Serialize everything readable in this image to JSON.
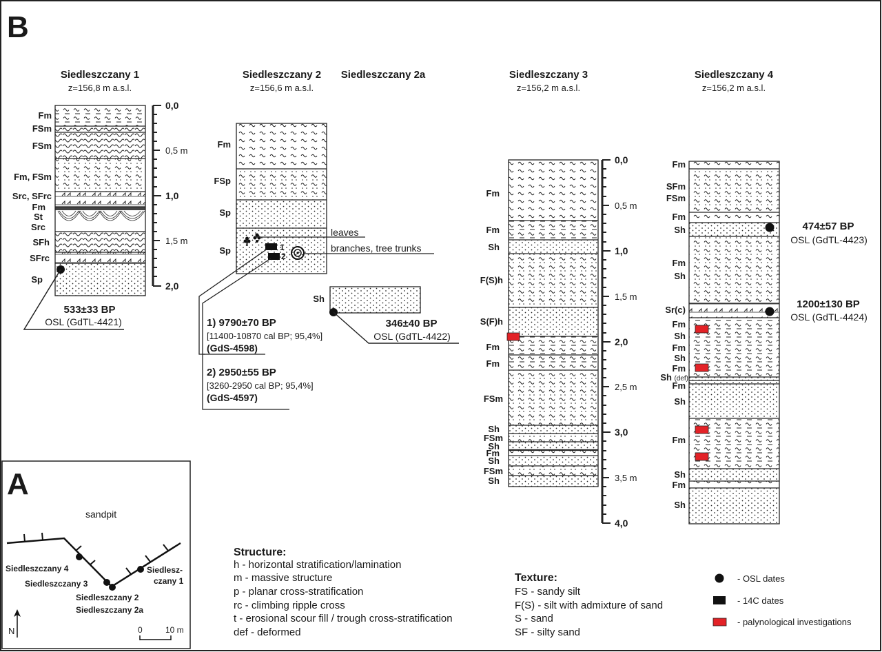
{
  "panel_b": {
    "letter": "B",
    "sections": [
      {
        "title": "Siedleszczany 1",
        "elevation": "z=156,8 m a.s.l."
      },
      {
        "title": "Siedleszczany 2",
        "title_2a": "Siedleszczany 2a",
        "elevation": "z=156,6 m a.s.l."
      },
      {
        "title": "Siedleszczany 3",
        "elevation": "z=156,2 m a.s.l."
      },
      {
        "title": "Siedleszczany 4",
        "elevation": "z=156,2 m a.s.l."
      }
    ],
    "scale1": [
      "0,0",
      "0,5 m",
      "1,0",
      "1,5 m",
      "2,0"
    ],
    "scale3": [
      "0,0",
      "0,5 m",
      "1,0",
      "1,5 m",
      "2,0",
      "2,5 m",
      "3,0",
      "3,5 m",
      "4,0"
    ],
    "s1_labels": [
      "Fm",
      "FSm",
      "FSm",
      "Fm, FSm",
      "Src, SFrc",
      "Fm",
      "St",
      "Src",
      "SFh",
      "SFrc",
      "Sp"
    ],
    "s2_labels": [
      "Fm",
      "FSp",
      "Sp",
      "Sp"
    ],
    "s2a_label": "Sh",
    "s3_labels": [
      "Fm",
      "Fm",
      "Sh",
      "F(S)h",
      "S(F)h",
      "Fm",
      "Fm",
      "FSm",
      "Sh",
      "FSm",
      "Sh",
      "Fm",
      "Sh",
      "FSm",
      "Sh"
    ],
    "s4_labels": [
      "Fm",
      "SFm",
      "FSm",
      "Fm",
      "Sh",
      "Fm",
      "Sh",
      "Sr(c)",
      "Fm",
      "Sh",
      "Fm",
      "Sh",
      "Fm",
      "Sh",
      "(def)",
      "Fm",
      "Sh",
      "Fm",
      "Sh",
      "Fm",
      "Sh"
    ],
    "dates": {
      "s1_osl_age": "533±33 BP",
      "s1_osl_lab": "OSL (GdTL-4421)",
      "s2_c14_1_age": "1) 9790±70 BP",
      "s2_c14_1_cal": "[11400-10870 cal BP; 95,4%]",
      "s2_c14_1_lab": "(GdS-4598)",
      "s2_c14_2_age": "2) 2950±55 BP",
      "s2_c14_2_cal": "[3260-2950 cal BP; 95,4%]",
      "s2_c14_2_lab": "(GdS-4597)",
      "s2a_osl_age": "346±40 BP",
      "s2a_osl_lab": "OSL (GdTL-4422)",
      "s4_osl1_age": "474±57 BP",
      "s4_osl1_lab": "OSL (GdTL-4423)",
      "s4_osl2_age": "1200±130 BP",
      "s4_osl2_lab": "OSL (GdTL-4424)"
    },
    "finds": {
      "leaves": "leaves",
      "branches": "branches, tree trunks",
      "marker1": "1",
      "marker2": "2"
    }
  },
  "panel_a": {
    "letter": "A",
    "sandpit": "sandpit",
    "sites": [
      "Siedleszczany 4",
      "Siedleszczany 3",
      "Siedleszczany 2",
      "Siedleszczany 2a",
      "Siedlesz-",
      "czany 1"
    ],
    "scale_0": "0",
    "scale_10": "10 m",
    "north": "N"
  },
  "legend": {
    "structure_title": "Structure:",
    "structure_items": [
      "h - horizontal stratification/lamination",
      "m - massive structure",
      "p -  planar cross-stratification",
      "rc - climbing ripple cross",
      "t - erosional scour fill / trough cross-stratification",
      "def - deformed"
    ],
    "texture_title": "Texture:",
    "texture_items": [
      "FS - sandy silt",
      "F(S) - silt with admixture of sand",
      "S - sand",
      "SF - silty sand"
    ],
    "symbols": [
      "- OSL dates",
      "- 14C dates",
      "- palynological investigations"
    ],
    "palyno_color": "#e32227"
  }
}
